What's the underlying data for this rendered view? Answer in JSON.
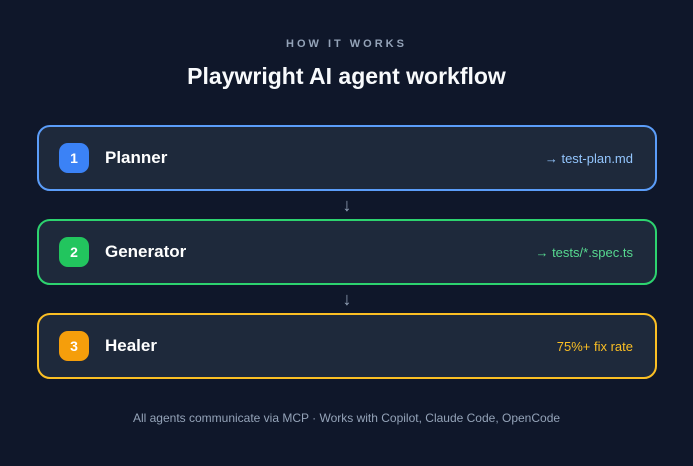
{
  "header": {
    "eyebrow": "HOW IT WORKS",
    "title": "Playwright AI agent workflow"
  },
  "steps": [
    {
      "number": "1",
      "name": "Planner",
      "output": "→ test-plan.md",
      "border_color": "#5b9df9",
      "badge_color": "#3b82f6",
      "output_color": "#93c5fd"
    },
    {
      "number": "2",
      "name": "Generator",
      "output": "→ tests/*.spec.ts",
      "border_color": "#2dd36f",
      "badge_color": "#22c55e",
      "output_color": "#57d990"
    },
    {
      "number": "3",
      "name": "Healer",
      "output": "75%+ fix rate",
      "border_color": "#fbbf24",
      "badge_color": "#f59e0b",
      "output_color": "#fbbf24"
    }
  ],
  "connector": {
    "arrow": "↓"
  },
  "footer": {
    "text": "All agents communicate via MCP · Works with Copilot, Claude Code, OpenCode"
  },
  "colors": {
    "background": "#0f172a",
    "card_background": "#1e293b",
    "muted_text": "#94a3b8",
    "title_text": "#f8fafc"
  }
}
